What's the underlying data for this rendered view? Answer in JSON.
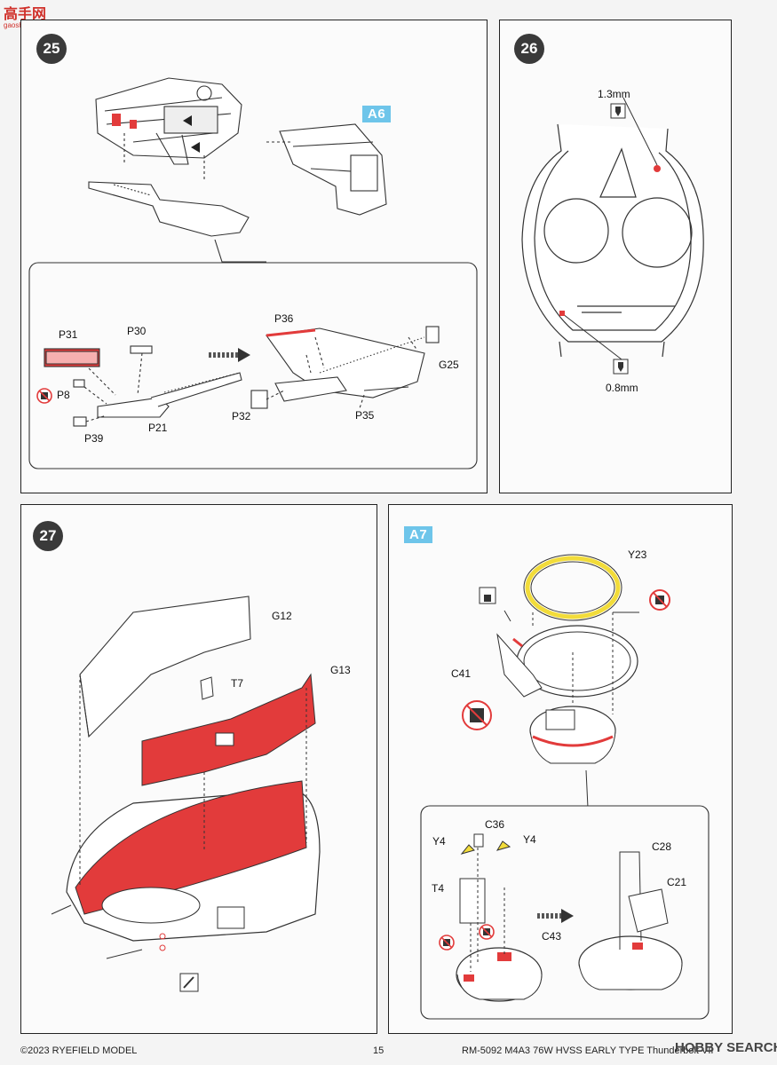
{
  "watermark": {
    "logo": "高手网",
    "sub": "gaoshou.com"
  },
  "step25": {
    "number": "25",
    "tag": "A6",
    "labels": {
      "p31": "P31",
      "p30": "P30",
      "p8": "P8",
      "p39": "P39",
      "p21": "P21",
      "p36": "P36",
      "p32": "P32",
      "p35": "P35",
      "g25": "G25"
    }
  },
  "step26": {
    "number": "26",
    "drill_top": "1.3mm",
    "drill_bottom": "0.8mm"
  },
  "step27": {
    "number": "27",
    "labels": {
      "g12": "G12",
      "g13": "G13",
      "t7": "T7"
    }
  },
  "stepA7": {
    "tag": "A7",
    "labels": {
      "y23": "Y23",
      "c41": "C41",
      "c36": "C36",
      "y4_left": "Y4",
      "y4_right": "Y4",
      "t4": "T4",
      "c43": "C43",
      "c28": "C28",
      "c21": "C21"
    }
  },
  "footer": {
    "copyright": "©2023 RYEFIELD MODEL",
    "page_number": "15",
    "product": "RM-5092 M4A3 76W HVSS EARLY TYPE Thunderbolt VII",
    "source_mark": "HOBBY SEARCH"
  },
  "colors": {
    "accent_red": "#e23b3b",
    "tag_blue": "#6ec5ea",
    "ring_yellow": "#f2dc3a",
    "step_circle": "#3a3a3a"
  }
}
